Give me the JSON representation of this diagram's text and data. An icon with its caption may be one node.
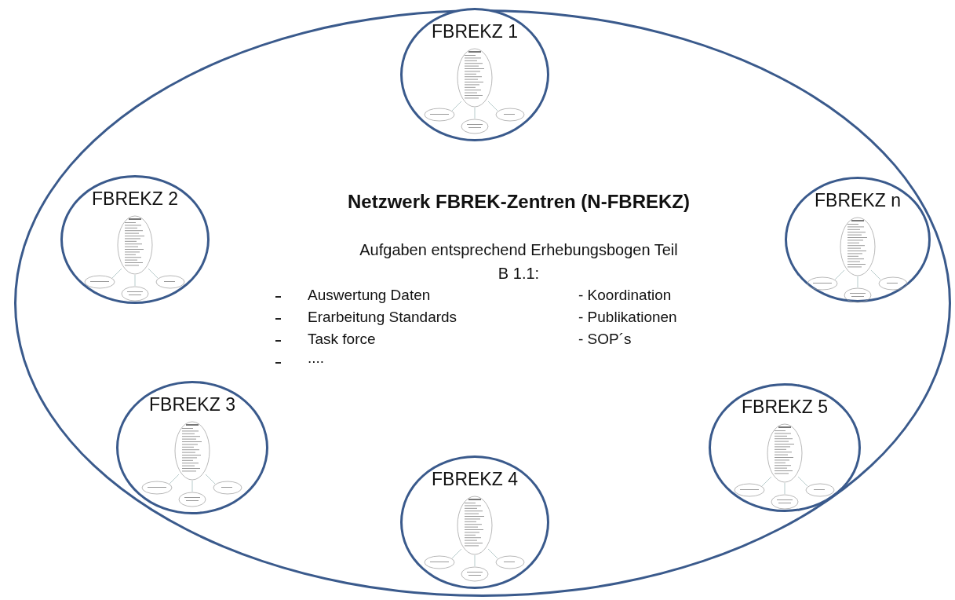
{
  "diagram": {
    "nodes": [
      {
        "text": [
          "Netzwerk FBREK-Zentren (N-FBREKZ)",
          "Aufgaben entsprechend Erhebungsbogen Teil B 1.1:"
        ]
      },
      {
        "text": [
          "FBREKZ 1"
        ],
        "in": 0
      },
      {
        "text": [
          "FBREKZ 2"
        ],
        "in": 0
      },
      {
        "text": [
          "FBREKZ n"
        ],
        "in": 0
      },
      {
        "text": [
          "FBREKZ 3"
        ],
        "in": 0
      },
      {
        "text": [
          "FBREKZ 5"
        ],
        "in": 0
      },
      {
        "text": [
          "FBREKZ 4"
        ],
        "in": 0
      }
    ],
    "labels": [
      "Auswertung Daten",
      "- Koordination",
      "Erarbeitung Standards",
      "- Publikationen",
      "Task force",
      "- SOP´s",
      "...."
    ]
  }
}
